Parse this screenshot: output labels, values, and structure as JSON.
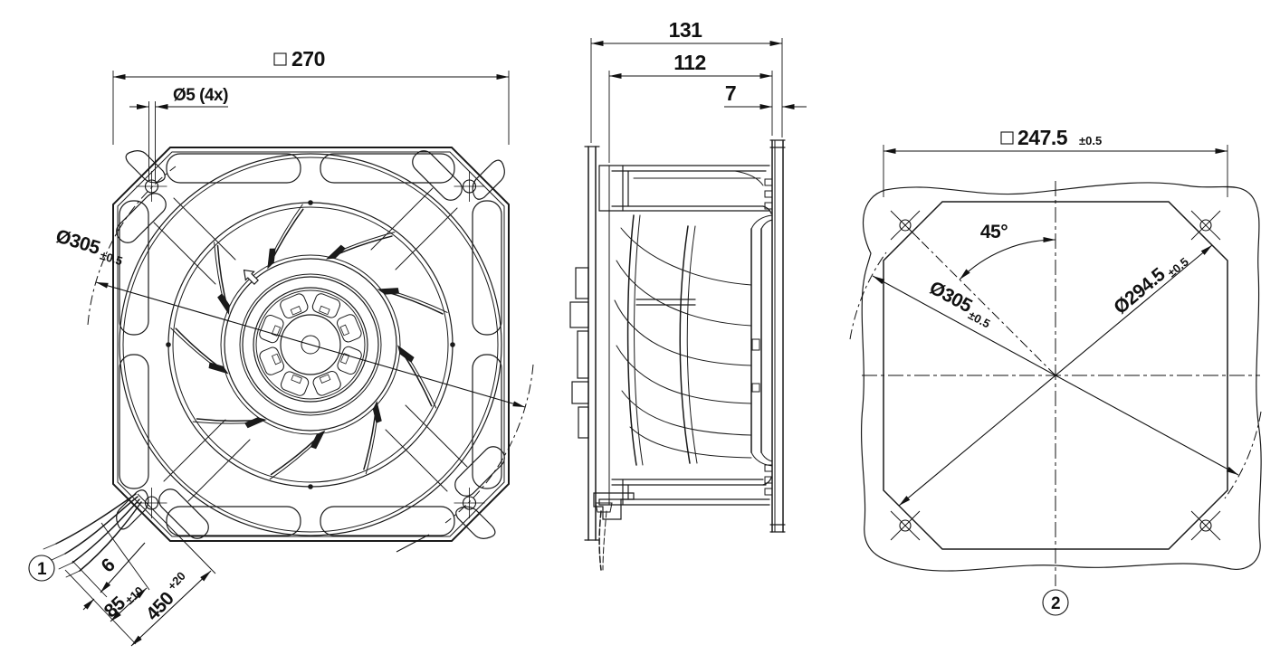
{
  "front": {
    "balloon": "1",
    "square": "270",
    "holes": "Ø5 (4x)",
    "impeller_dia": "Ø305",
    "impeller_dia_tol": "±0.5",
    "strip_len": "6",
    "lead_len": "85",
    "lead_len_tol": "±10",
    "cable_len": "450",
    "cable_len_tol": "+20"
  },
  "side": {
    "depth_total": "131",
    "depth_housing": "112",
    "flange_thickness": "7"
  },
  "mount": {
    "balloon": "2",
    "square": "247.5",
    "square_tol": "±0.5",
    "angle": "45°",
    "clearance_dia": "Ø305",
    "clearance_dia_tol": "±0.5",
    "bolt_circle_dia": "Ø294.5",
    "bolt_circle_dia_tol": "±0.5"
  }
}
